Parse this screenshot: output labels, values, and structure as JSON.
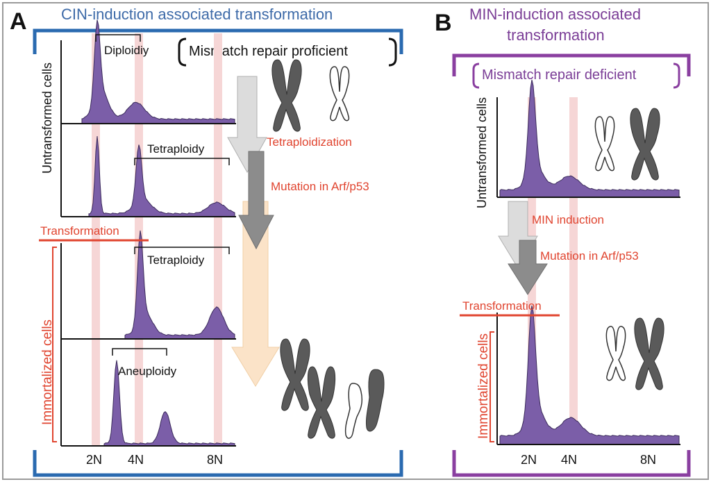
{
  "colors": {
    "blue": "#2a6ab0",
    "purple": "#8a3fa0",
    "red": "#e0442f",
    "histogram_fill": "#7b5ea8",
    "guide_pink": "#f6d6d6",
    "arrow_light": "#dcdcdc",
    "arrow_dark": "#8c8c8c",
    "arrow_peach": "#fbe3c8",
    "chromosome_dark": "#5a5a5a"
  },
  "panelA": {
    "letter": "A",
    "title": "CIN-induction associated transformation",
    "mmr_label": "Mismatch repair proficient",
    "untransformed_label": "Untransformed cells",
    "immortalized_label": "Immortalized cells",
    "transformation_label": "Transformation",
    "tetraploidization_label": "Tetraploidization",
    "mutation_label": "Mutation in Arf/p53",
    "hist_labels": [
      "Diploidiy",
      "Tetraploidy",
      "Tetraploidy",
      "Aneuploidy"
    ],
    "x_ticks": [
      "2N",
      "4N",
      "8N"
    ]
  },
  "panelB": {
    "letter": "B",
    "title_line1": "MIN-induction associated",
    "title_line2": "transformation",
    "mmr_label": "Mismatch repair deficient",
    "untransformed_label": "Untransformed cells",
    "immortalized_label": "Immortalized cells",
    "transformation_label": "Transformation",
    "min_label": "MIN induction",
    "mutation_label": "Mutation in Arf/p53",
    "x_ticks": [
      "2N",
      "4N",
      "8N"
    ]
  },
  "icons": [
    "chromosome-icon"
  ]
}
